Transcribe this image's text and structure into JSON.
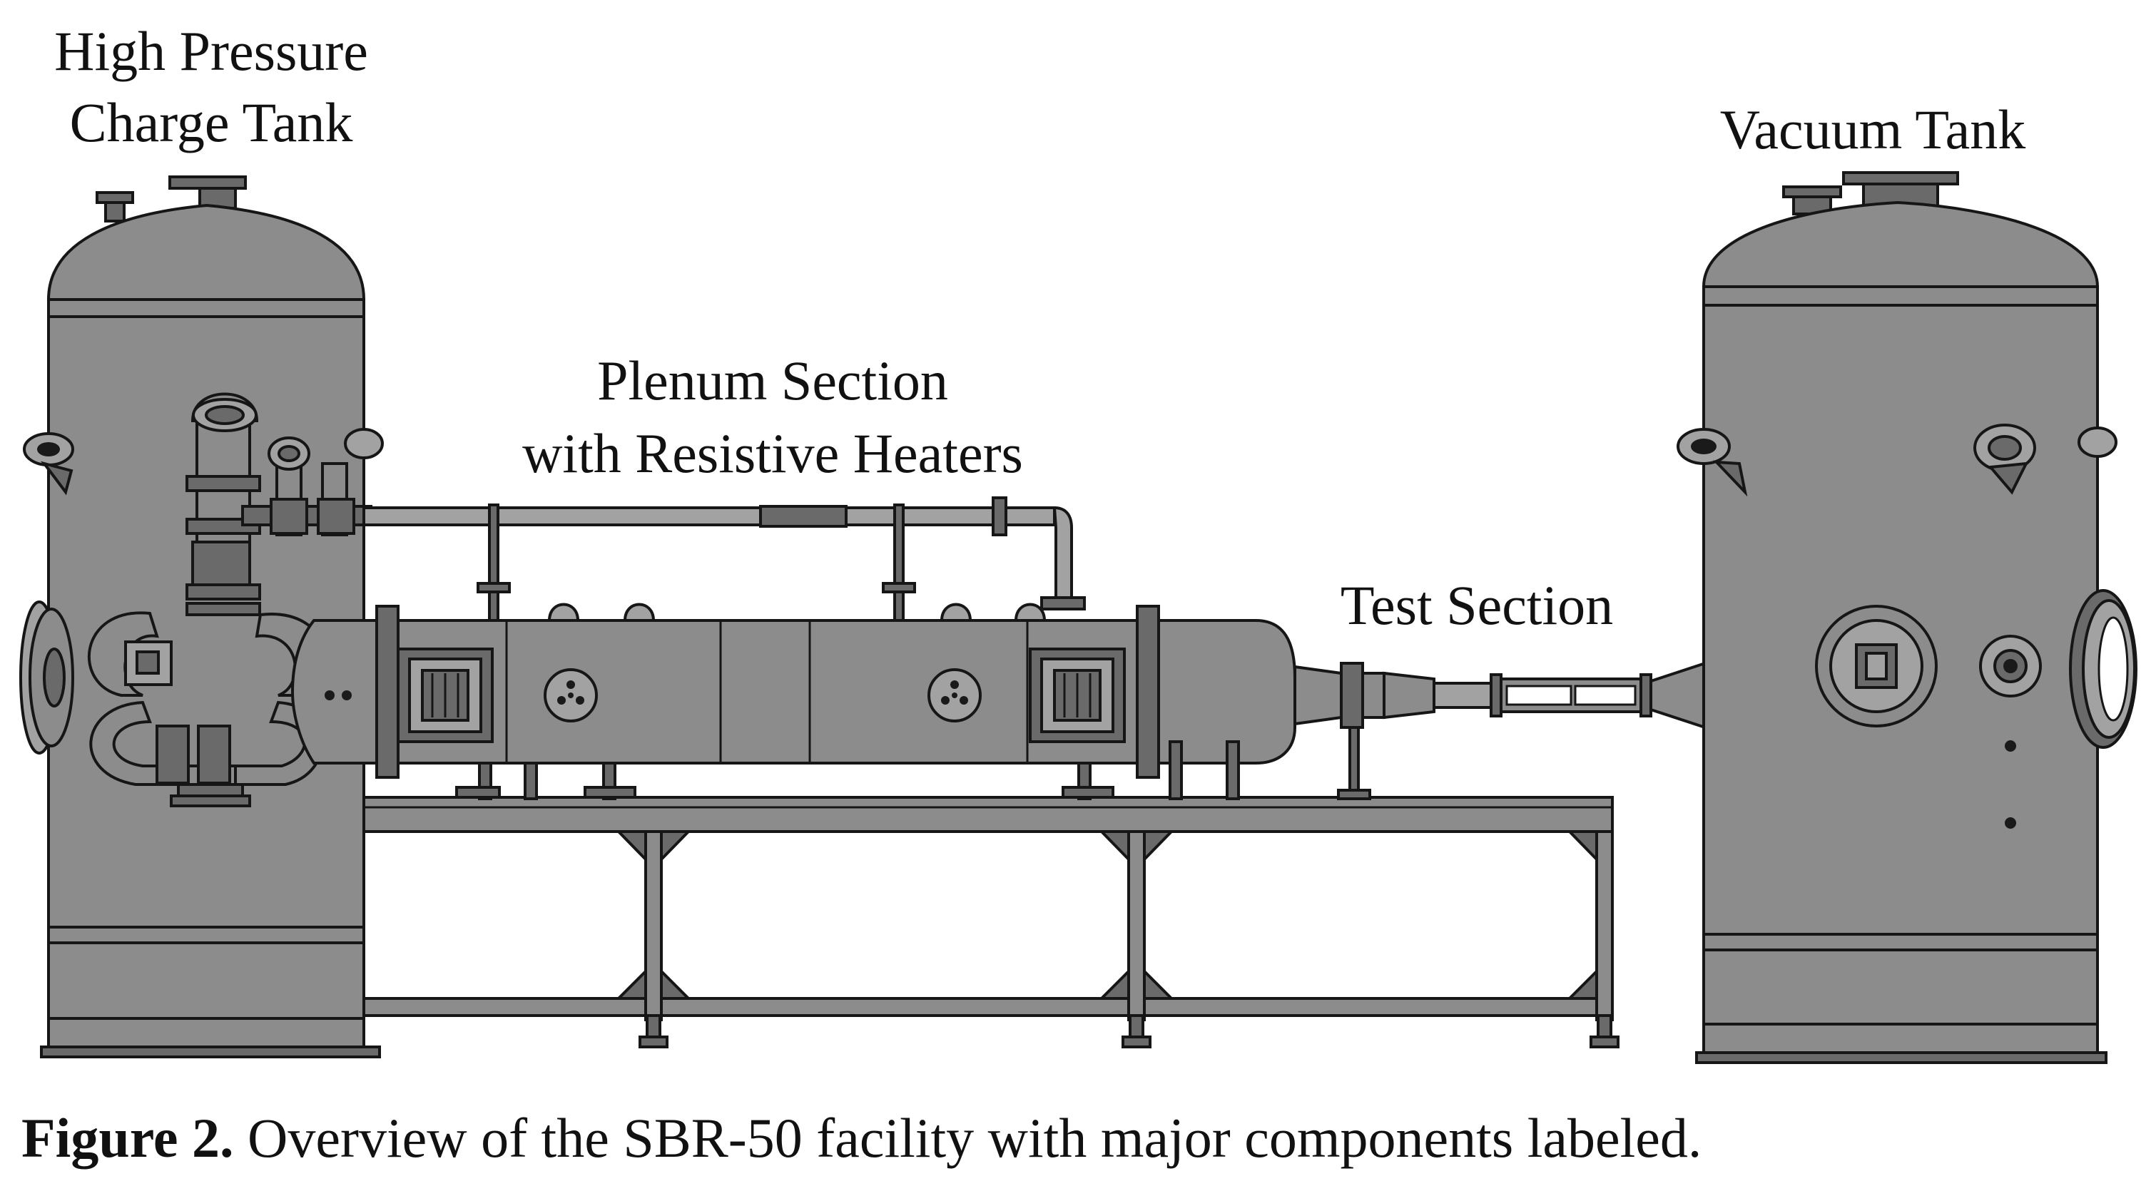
{
  "labels": {
    "charge_tank_line1": "High Pressure",
    "charge_tank_line2": "Charge Tank",
    "plenum_line1": "Plenum Section",
    "plenum_line2": "with Resistive Heaters",
    "test_section": "Test Section",
    "vacuum_tank": "Vacuum Tank"
  },
  "caption": {
    "prefix": "Figure 2.",
    "text": " Overview of the SBR-50 facility with major components labeled."
  },
  "colors": {
    "steel": "#8c8c8c",
    "steel_light": "#a2a2a2",
    "steel_dark": "#6a6a6a",
    "outline": "#161616",
    "background": "#ffffff"
  }
}
